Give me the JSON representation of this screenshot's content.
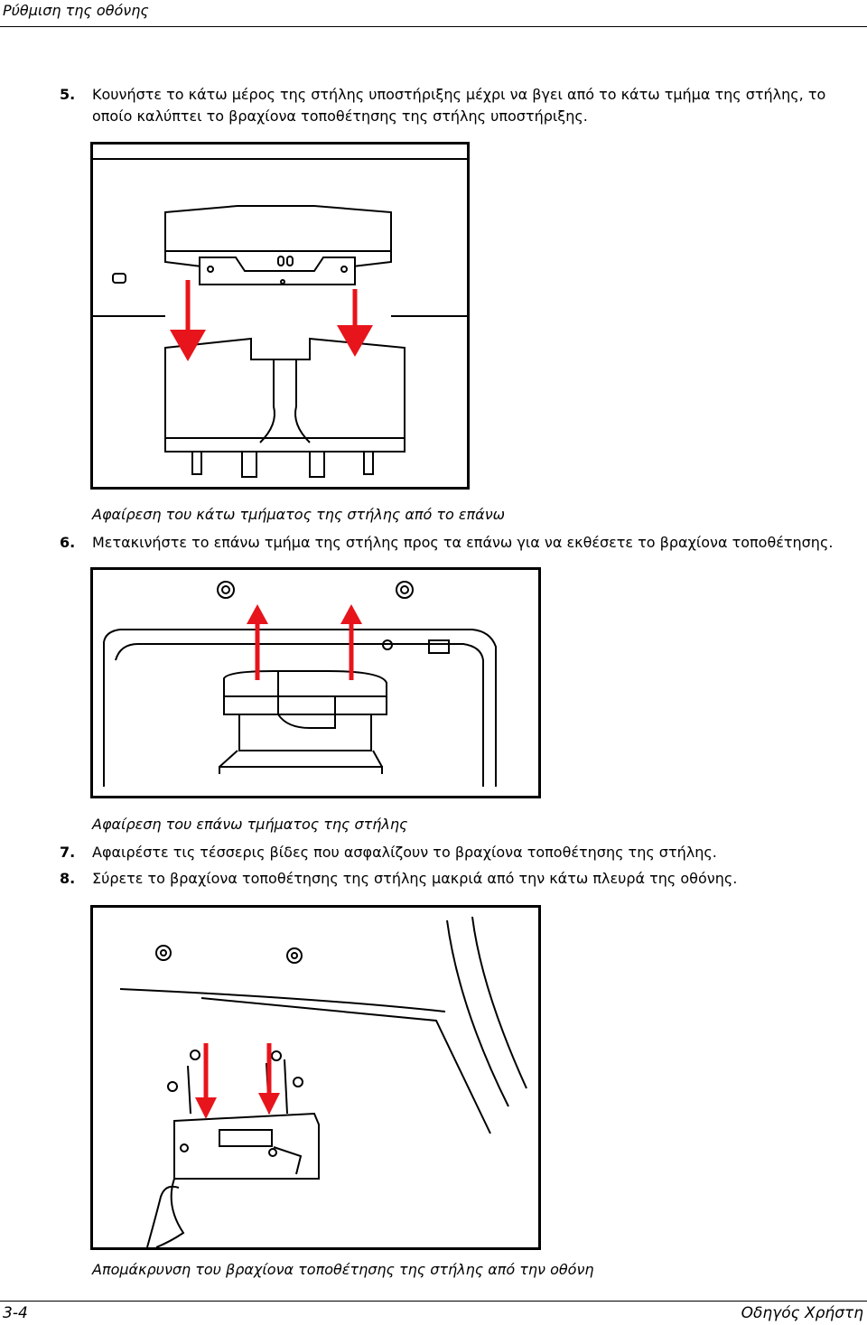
{
  "header": {
    "section_title": "Ρύθμιση της οθόνης"
  },
  "steps": [
    {
      "number": "5.",
      "text": "Κουνήστε το κάτω μέρος της στήλης υποστήριξης μέχρι να βγει από το κάτω τμήμα της στήλης, το οποίο καλύπτει το βραχίονα τοποθέτησης της στήλης υποστήριξης."
    },
    {
      "number": "6.",
      "text": "Μετακινήστε το επάνω τμήμα της στήλης προς τα επάνω για να εκθέσετε το βραχίονα τοποθέτησης."
    },
    {
      "number": "7.",
      "text": "Αφαιρέστε τις τέσσερις βίδες που ασφαλίζουν το βραχίονα τοποθέτησης της στήλης."
    },
    {
      "number": "8.",
      "text": "Σύρετε το βραχίονα τοποθέτησης της στήλης μακριά από την κάτω πλευρά της οθόνης."
    }
  ],
  "figures": [
    {
      "caption": "Αφαίρεση του κάτω τμήματος της στήλης από το επάνω",
      "arrow_color": "#e8141b"
    },
    {
      "caption": "Αφαίρεση του επάνω τμήματος της στήλης",
      "arrow_color": "#e8141b"
    },
    {
      "caption": "Απομάκρυνση του βραχίονα τοποθέτησης της στήλης από την οθόνη",
      "arrow_color": "#e8141b"
    }
  ],
  "footer": {
    "page_number": "3-4",
    "guide_title": "Οδηγός Χρήστη"
  }
}
